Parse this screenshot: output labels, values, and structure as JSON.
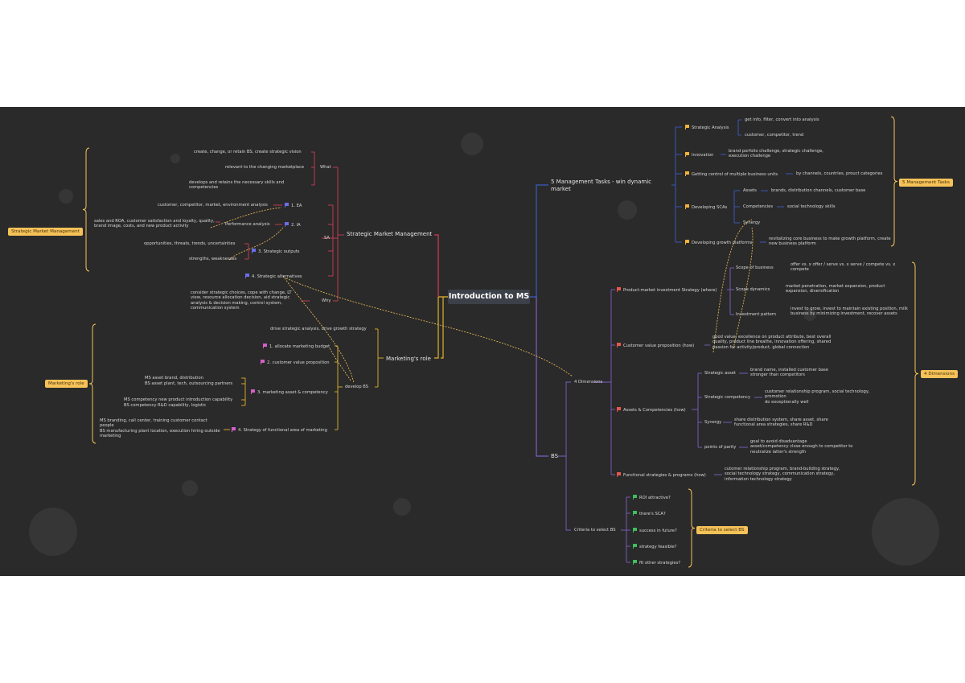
{
  "colors": {
    "background": "#2a2a2a",
    "page": "#ffffff",
    "text": "#d8d8d8",
    "root_box": "#3c4048",
    "tag_fill": "#f5c258",
    "branch_red": "#cf3b55",
    "branch_yellow": "#e0b22a",
    "branch_blue": "#3a5cc5",
    "branch_purple": "#7d5fc4",
    "flag_blue": "#6b6ee8",
    "flag_pink": "#d55fc8",
    "flag_orange": "#f0b23a",
    "flag_red": "#e8574a",
    "flag_green": "#3cbf5a"
  },
  "root": "Introduction to MS",
  "sm": {
    "title": "Strategic Market Management",
    "what": "What",
    "what_items": [
      "create, change, or retain BS, create strategic vision",
      "relevant to the changing marketplace",
      "develops and retains the necessary skills and competencies"
    ],
    "sa": "SA",
    "ea": "1. EA",
    "ea_detail": "customer, competitor, market, environment analysis",
    "ia": "2. IA",
    "perf": "Performance analysis",
    "perf_detail": "sales and ROA, customer satisfaction and loyalty, quality, brand image, costs, and new product activity",
    "opps": "opportunities, threats, trends, uncertainties",
    "outputs": "3. Strategic outputs",
    "strengths": "strengths, weaknesses",
    "alternatives": "4. Strategic alternatives",
    "why": "Why",
    "why_detail": "consider strategic choices, cope with change, LT view, resource allocation decision, aid strategic analysis & decision making, control system, communication system",
    "tag": "Strategic Market Management"
  },
  "mr": {
    "title": "Marketing's role",
    "drive": "drive strategic analysis, drive growth strategy",
    "budget": "1. allocate marketing budget",
    "value": "2. customer value proposition",
    "assets": "3. marketing asset & competency",
    "assets_detail": [
      "MS asset brand, distribution",
      "BS asset plant, tech, outsourcing partners",
      "MS competency new product introduction capability",
      "BS competency R&D capability, logistic"
    ],
    "develop": "develop BS",
    "functional": "4. Strategy of functional area of marketing",
    "functional_detail": "MS branding, call center, training customer contact people\nBS manufacturing plant location, execution hiring outside marketing",
    "tag": "Marketing's role"
  },
  "mt": {
    "title": "5 Management Tasks - win dynamic market",
    "analysis": "Strategic Analysis",
    "analysis_items": [
      "get info, filter, convert into analysis",
      "customer, competitor, trend"
    ],
    "innovation": "Innovation",
    "innovation_detail": "brand porfolio challenge, strategic challenge, execution challenge",
    "control": "Getting control of multiple business units",
    "control_detail": "by channels, countries, prouct categories",
    "scas": "Developing SCAs",
    "assets": "Assets",
    "assets_detail": "brands, distribution channels, customer base",
    "competencies": "Competencies",
    "competencies_detail": "social technology skills",
    "synergy": "Synergy",
    "growth": "Developing growth platforms",
    "growth_detail": "revitalizing core business to make growth platform, create new business platform",
    "tag": "5 Management Tasks"
  },
  "bs": {
    "title": "BS",
    "dims": "4 Dimensions",
    "pmis": "Product-market investment Strategy (where)",
    "scope": "Scope of business",
    "scope_detail": "offer vs. x offer / serve vs. x serve / compete vs. x compete",
    "dynamics": "Scope dynamics",
    "dynamics_detail": "market penetration, market expansion, product expansion, diversification",
    "investment": "Investment pattern",
    "investment_detail": "invest to grow, invest to maintain existing position, milk business by minimizing investment, recover assets",
    "cvp": "Customer value proposition (how)",
    "cvp_detail": "good value, excellence on product attribute, best overall quality, product line breathe, innovation offering, shared passion for activity/product, global connection",
    "ac": "Assets & Competencies (how)",
    "sasset": "Strategic asset",
    "sasset_detail": "brand name, installed customer base stronger than competitors",
    "scomp": "Strategic competency",
    "scomp_detail": "customer relationship program, social technology, promotion\ndo exceptionally well",
    "syn": "Synergy",
    "syn_detail": "share distribution system, share asset, share functional area strategies, share R&D",
    "parity": "points of parity",
    "parity_detail": "goal to avoid disadvantage\nasset/competency close enough to competitor to neutralize latter's strength",
    "fsp": "Functional strategies & programs (how)",
    "fsp_detail": "cutomer relationship program, brand-building strategy, social technology strategy, communication strategy, information technology strategy",
    "dims_tag": "4 Dimensions",
    "criteria": "Criteria to select BS",
    "criteria_items": [
      "ROI attractive?",
      "there's SCA?",
      "success in future?",
      "strategy feasible?",
      "fit other strategies?"
    ],
    "criteria_tag": "Criteria to select BS"
  }
}
